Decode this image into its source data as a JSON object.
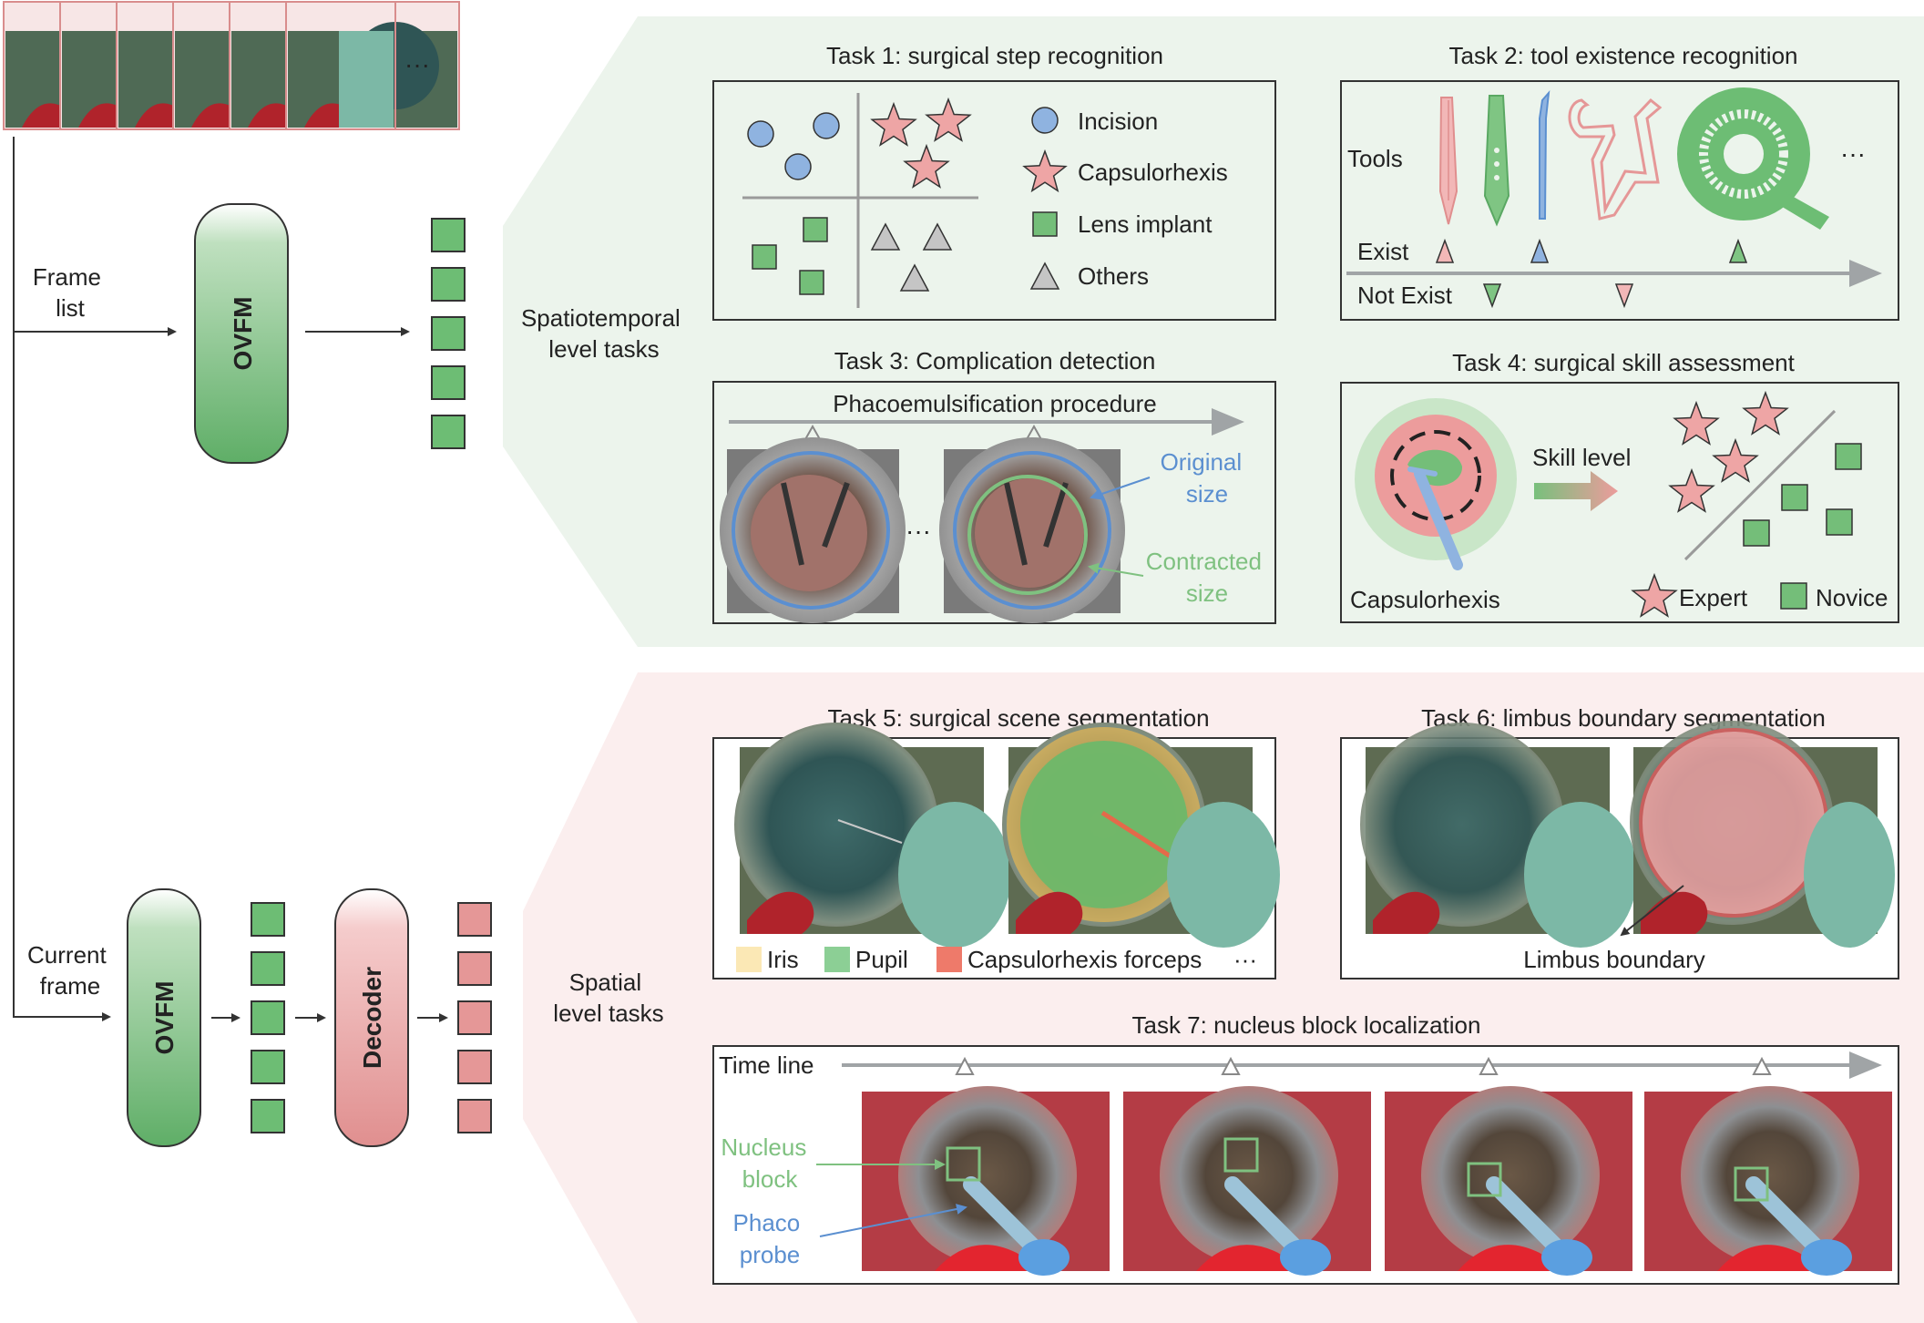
{
  "pipeline": {
    "ellipsis": "···",
    "frame_list_label": [
      "Frame",
      "list"
    ],
    "current_frame_label": [
      "Current",
      "frame"
    ],
    "encoder_label": "OVFM",
    "decoder_label": "Decoder"
  },
  "groups": {
    "spatiotemporal": [
      "Spatiotemporal",
      "level tasks"
    ],
    "spatial": [
      "Spatial",
      "level tasks"
    ]
  },
  "task1": {
    "title": "Task 1: surgical step recognition",
    "legend": [
      "Incision",
      "Capsulorhexis",
      "Lens implant",
      "Others"
    ]
  },
  "task2": {
    "title": "Task 2: tool existence recognition",
    "tools_label": "Tools",
    "exist_label": "Exist",
    "not_exist_label": "Not Exist",
    "ellipsis": "···"
  },
  "task3": {
    "title": "Task 3: Complication detection",
    "procedure_label": "Phacoemulsification procedure",
    "original_label": [
      "Original",
      "size"
    ],
    "contracted_label": [
      "Contracted",
      "size"
    ],
    "ellipsis": "···"
  },
  "task4": {
    "title": "Task 4: surgical skill assessment",
    "skill_label": "Skill level",
    "capsulorhexis_label": "Capsulorhexis",
    "expert_label": "Expert",
    "novice_label": "Novice"
  },
  "task5": {
    "title": "Task 5: surgical scene segmentation",
    "legend": [
      "Iris",
      "Pupil",
      "Capsulorhexis forceps"
    ],
    "ellipsis": "···"
  },
  "task6": {
    "title": "Task 6: limbus boundary segmentation",
    "boundary_label": "Limbus boundary"
  },
  "task7": {
    "title": "Task 7: nucleus block localization",
    "timeline_label": "Time line",
    "nucleus_label": [
      "Nucleus",
      "block"
    ],
    "probe_label": [
      "Phaco",
      "probe"
    ]
  },
  "colors": {
    "green": "#5aa863",
    "green_fill": "#6dbd74",
    "pink": "#e59797",
    "blue": "#5b8fd0",
    "gray_marker": "#9a9a9a",
    "green_panel": "#ecf4ec",
    "pink_panel": "#fbeeee"
  }
}
